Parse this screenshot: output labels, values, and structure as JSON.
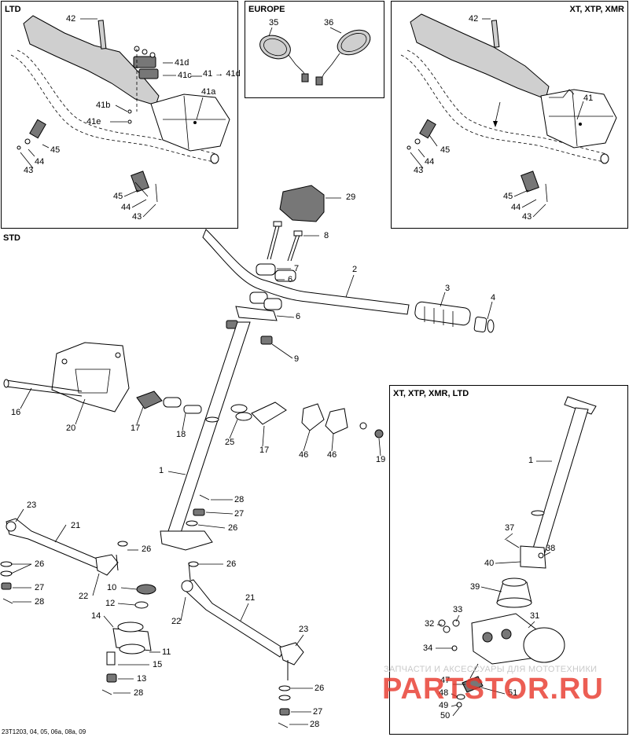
{
  "panels": {
    "ltd": "LTD",
    "europe": "EUROPE",
    "xt": "XT, XTP, XMR",
    "std": "STD",
    "xt_ltd": "XT, XTP, XMR, LTD"
  },
  "labels": {
    "ltd": [
      "42",
      "41d",
      "41c",
      "41 → 41d",
      "41a",
      "41b",
      "41e",
      "45",
      "44",
      "43",
      "45",
      "44",
      "43"
    ],
    "europe": [
      "35",
      "36"
    ],
    "xt": [
      "42",
      "41",
      "45",
      "44",
      "43",
      "45",
      "44",
      "43"
    ],
    "std": [
      "29",
      "8",
      "7",
      "6",
      "2",
      "3",
      "4",
      "6",
      "9",
      "16",
      "20",
      "17",
      "18",
      "25",
      "17",
      "46",
      "46",
      "19",
      "1",
      "28",
      "27",
      "26",
      "23",
      "21",
      "26",
      "26",
      "26",
      "27",
      "28",
      "22",
      "10",
      "12",
      "14",
      "11",
      "15",
      "13",
      "28",
      "22",
      "21",
      "23",
      "26",
      "27",
      "28"
    ],
    "xt_ltd": [
      "1",
      "37",
      "38",
      "40",
      "39",
      "33",
      "32",
      "31",
      "34",
      "47",
      "48",
      "49",
      "50",
      "51"
    ]
  },
  "footer": "23T1203, 04, 05, 06a, 08a, 09",
  "watermark": {
    "tagline": "ЗАПЧАСТИ И АКСЕССУАРЫ ДЛЯ МОТОТЕХНИКИ",
    "brand": "PARTSTOR.RU",
    "color": "#e8362a"
  }
}
